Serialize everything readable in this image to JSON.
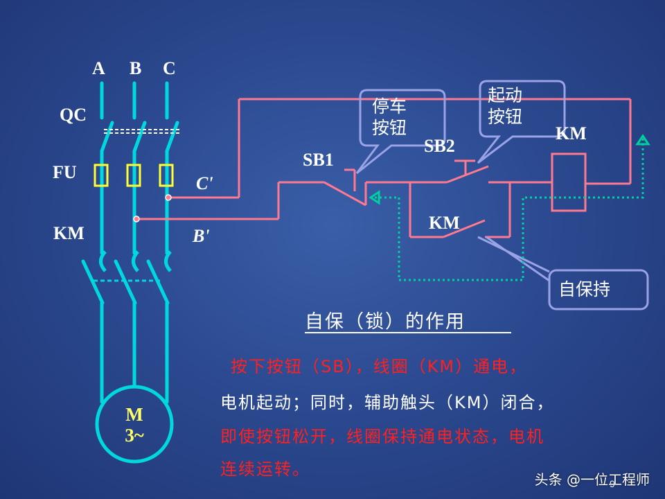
{
  "phase_labels": {
    "a": "A",
    "b": "B",
    "c": "C"
  },
  "component_labels": {
    "qc": "QC",
    "fu": "FU",
    "km_main": "KM",
    "c_prime": "C'",
    "b_prime": "B'",
    "sb1": "SB1",
    "sb2": "SB2",
    "km_coil": "KM",
    "km_aux": "KM"
  },
  "motor": {
    "line1": "M",
    "line2": "3~"
  },
  "callouts": {
    "stop_line1": "停车",
    "stop_line2": "按钮",
    "start_line1": "起动",
    "start_line2": "按钮",
    "self_hold": "自保持"
  },
  "heading": "自保（锁）的作用",
  "body": {
    "line1": "按下按钮（SB），线圈（KM）通电，",
    "line2": "电机起动；同时，辅助触头（KM）闭合，",
    "line3": "即使按钮松开，线圈保持通电状态，电机",
    "line4": "连续运转。"
  },
  "watermark": "头条 @一位工程师",
  "page_number": "9",
  "colors": {
    "power_wire": "#00d8e0",
    "control_wire": "#ff7a90",
    "fuse": "#ffff33",
    "dotted_path": "#00d0a0",
    "red_text": "#ff2020"
  }
}
